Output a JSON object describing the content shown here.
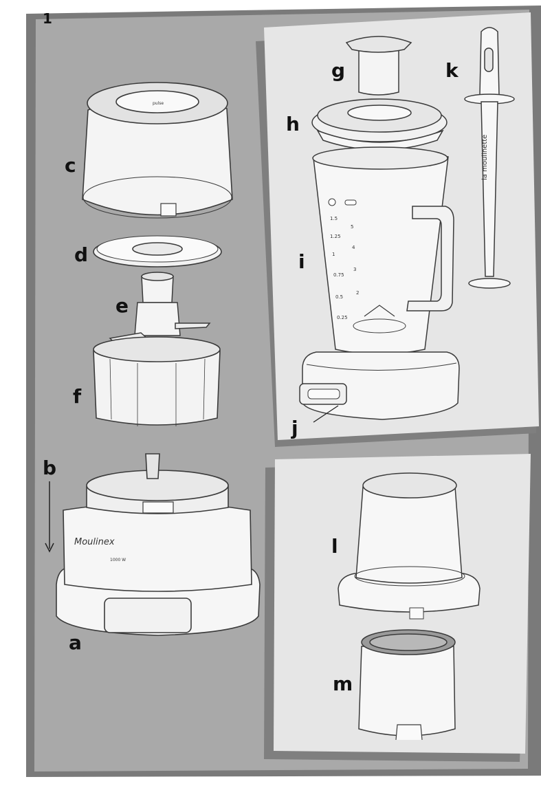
{
  "figure": {
    "number": "1",
    "labels": {
      "a": "a",
      "b": "b",
      "c": "c",
      "d": "d",
      "e": "e",
      "f": "f",
      "g": "g",
      "h": "h",
      "i": "i",
      "j": "j",
      "k": "k",
      "l": "l",
      "m": "m"
    },
    "markings": {
      "brand_logo": "Moulinex",
      "power": "1000 W",
      "tamper_brand": "la moulinette",
      "jug_scale_left": [
        "1.5",
        "1.25",
        "1",
        "0.75",
        "0.5",
        "0.25"
      ],
      "jug_scale_right": [
        "5",
        "4",
        "3",
        "2"
      ]
    },
    "colors": {
      "panel_dark": "#a9a9a9",
      "panel_light": "#e6e6e6",
      "shadow": "#7a7a7a",
      "line": "#3a3a3a"
    }
  }
}
